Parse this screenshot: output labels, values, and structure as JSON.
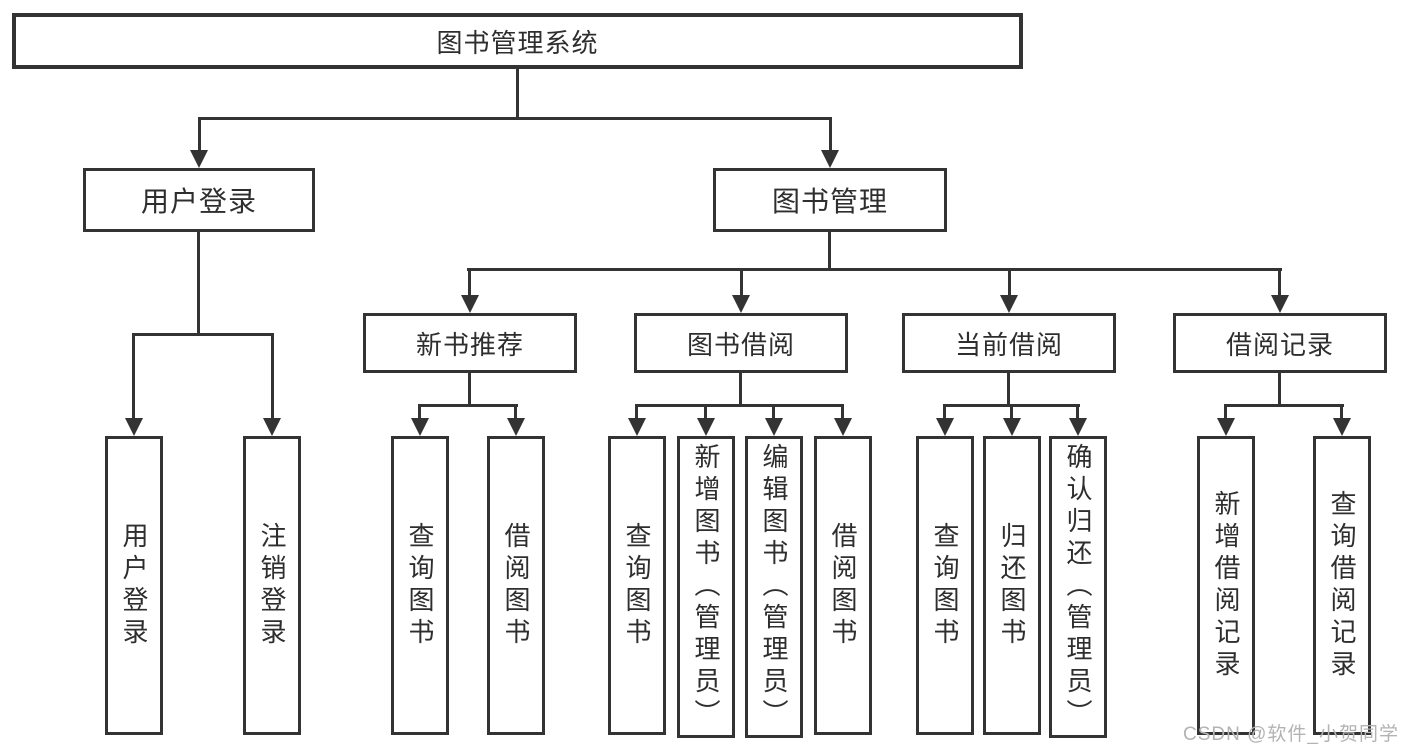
{
  "nodes": {
    "root": {
      "label": "图书管理系统"
    },
    "level2": [
      {
        "label": "用户登录"
      },
      {
        "label": "图书管理"
      }
    ],
    "level3": [
      {
        "label": "新书推荐"
      },
      {
        "label": "图书借阅"
      },
      {
        "label": "当前借阅"
      },
      {
        "label": "借阅记录"
      }
    ],
    "leaves": [
      {
        "label": "用户登录",
        "parent": "用户登录"
      },
      {
        "label": "注销登录",
        "parent": "用户登录"
      },
      {
        "label": "查询图书",
        "parent": "新书推荐"
      },
      {
        "label": "借阅图书",
        "parent": "新书推荐"
      },
      {
        "label": "查询图书",
        "parent": "图书借阅"
      },
      {
        "label": "新增图书（管理员）",
        "parent": "图书借阅"
      },
      {
        "label": "编辑图书（管理员）",
        "parent": "图书借阅"
      },
      {
        "label": "借阅图书",
        "parent": "图书借阅"
      },
      {
        "label": "查询图书",
        "parent": "当前借阅"
      },
      {
        "label": "归还图书",
        "parent": "当前借阅"
      },
      {
        "label": "确认归还（管理员）",
        "parent": "当前借阅"
      },
      {
        "label": "新增借阅记录",
        "parent": "借阅记录"
      },
      {
        "label": "查询借阅记录",
        "parent": "借阅记录"
      }
    ]
  },
  "hierarchy": {
    "图书管理系统": [
      "用户登录",
      "图书管理"
    ],
    "用户登录": [
      "用户登录",
      "注销登录"
    ],
    "图书管理": [
      "新书推荐",
      "图书借阅",
      "当前借阅",
      "借阅记录"
    ],
    "新书推荐": [
      "查询图书",
      "借阅图书"
    ],
    "图书借阅": [
      "查询图书",
      "新增图书（管理员）",
      "编辑图书（管理员）",
      "借阅图书"
    ],
    "当前借阅": [
      "查询图书",
      "归还图书",
      "确认归还（管理员）"
    ],
    "借阅记录": [
      "新增借阅记录",
      "查询借阅记录"
    ]
  },
  "watermark": {
    "text": "CSDN @软件_小贺同学"
  },
  "colors": {
    "line": "#333333",
    "text": "#2e2e2e",
    "watermark": "#b3b3b3",
    "bg": "#ffffff"
  }
}
